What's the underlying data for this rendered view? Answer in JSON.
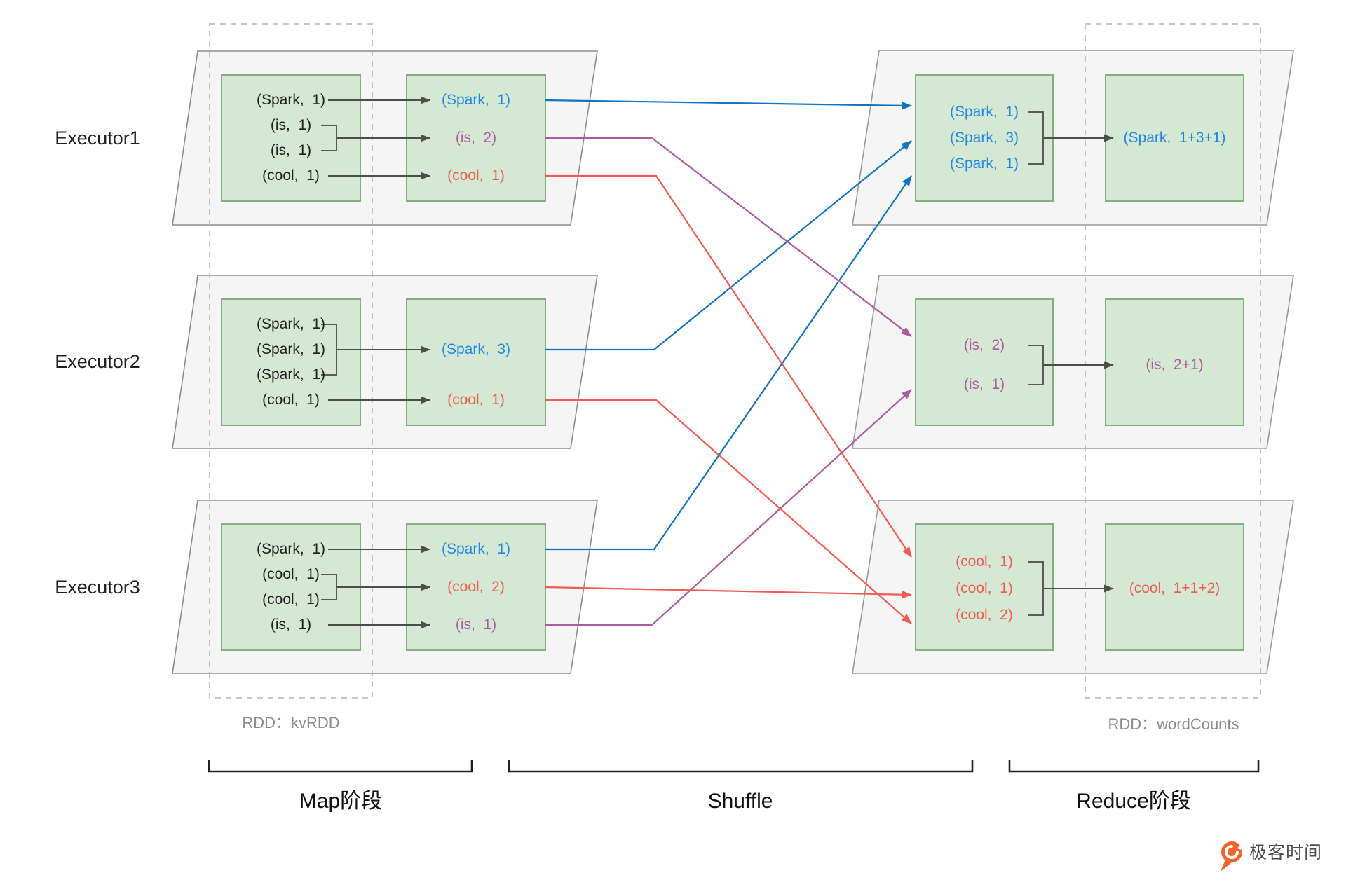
{
  "executors": [
    {
      "label": "Executor1",
      "input_rows": [
        "(Spark,  1)",
        "(is,  1)",
        "(is,  1)",
        "(cool,  1)"
      ],
      "output_rows": [
        "(Spark,  1)",
        "(is,  2)",
        "(cool,  1)"
      ]
    },
    {
      "label": "Executor2",
      "input_rows": [
        "(Spark,  1)",
        "(Spark,  1)",
        "(Spark,  1)",
        "(cool,  1)"
      ],
      "output_rows": [
        "(Spark,  3)",
        "(cool,  1)"
      ]
    },
    {
      "label": "Executor3",
      "input_rows": [
        "(Spark,  1)",
        "(cool,  1)",
        "(cool,  1)",
        "(is,  1)"
      ],
      "output_rows": [
        "(Spark,  1)",
        "(cool,  2)",
        "(is,  1)"
      ]
    }
  ],
  "reducers": [
    {
      "input_rows": [
        "(Spark,  1)",
        "(Spark,  3)",
        "(Spark,  1)"
      ],
      "output": "(Spark,  1+3+1)"
    },
    {
      "input_rows": [
        "(is,  2)",
        "(is,  1)"
      ],
      "output": "(is,  2+1)"
    },
    {
      "input_rows": [
        "(cool,  1)",
        "(cool,  1)",
        "(cool,  2)"
      ],
      "output": "(cool,  1+1+2)"
    }
  ],
  "labels": {
    "rdd_left": "RDD：kvRDD",
    "rdd_right": "RDD：wordCounts",
    "stage_map": "Map阶段",
    "stage_shuffle": "Shuffle",
    "stage_reduce": "Reduce阶段"
  },
  "logo": {
    "text": "极客时间"
  },
  "colors": {
    "spark_blue": "#1E88E5",
    "is_purple": "#AC5C9E",
    "cool_red": "#F15B54",
    "line_blue": "#1273C2",
    "arrow_dark": "#4D4D4D",
    "green_fill": "#D5E8D4",
    "green_border": "#84AF82",
    "panel_fill": "#F5F5F5",
    "panel_border": "#8C8C8C",
    "dashed_border": "#B5B5B5",
    "logo_orange": "#F4632B"
  }
}
